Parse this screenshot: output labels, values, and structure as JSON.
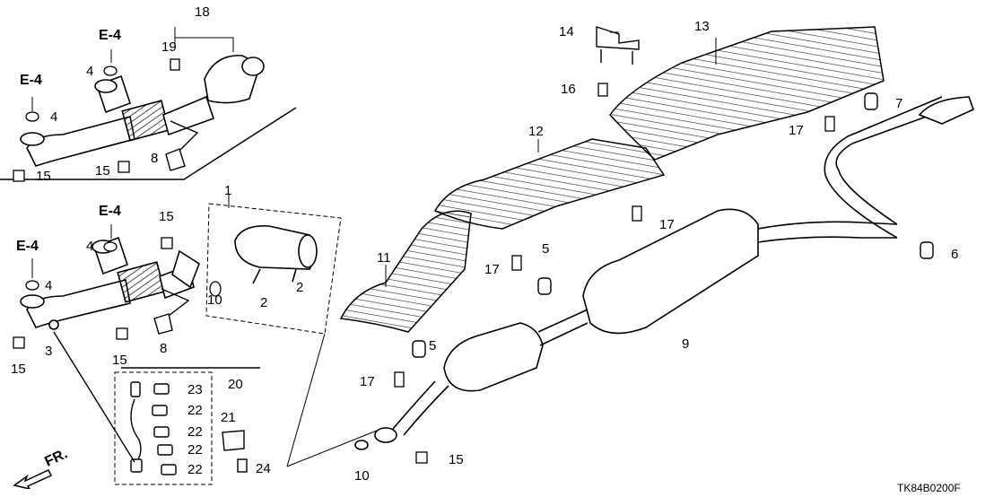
{
  "callouts": {
    "n1": "1",
    "n2a": "2",
    "n2b": "2",
    "n3": "3",
    "n4a": "4",
    "n4b": "4",
    "n4c": "4",
    "n4d": "4",
    "n5a": "5",
    "n5b": "5",
    "n6": "6",
    "n7": "7",
    "n8a": "8",
    "n8b": "8",
    "n9": "9",
    "n10a": "10",
    "n10b": "10",
    "n11": "11",
    "n12": "12",
    "n13": "13",
    "n14": "14",
    "n15a": "15",
    "n15b": "15",
    "n15c": "15",
    "n15d": "15",
    "n15e": "15",
    "n15f": "15",
    "n16": "16",
    "n17a": "17",
    "n17b": "17",
    "n17c": "17",
    "n17d": "17",
    "n18": "18",
    "n19": "19",
    "n20": "20",
    "n21": "21",
    "n22a": "22",
    "n22b": "22",
    "n22c": "22",
    "n22d": "22",
    "n23": "23",
    "n24": "24"
  },
  "references": {
    "e4a": "E-4",
    "e4b": "E-4",
    "e4c": "E-4",
    "e4d": "E-4"
  },
  "direction": "FR.",
  "diagram_code": "TK84B0200F"
}
